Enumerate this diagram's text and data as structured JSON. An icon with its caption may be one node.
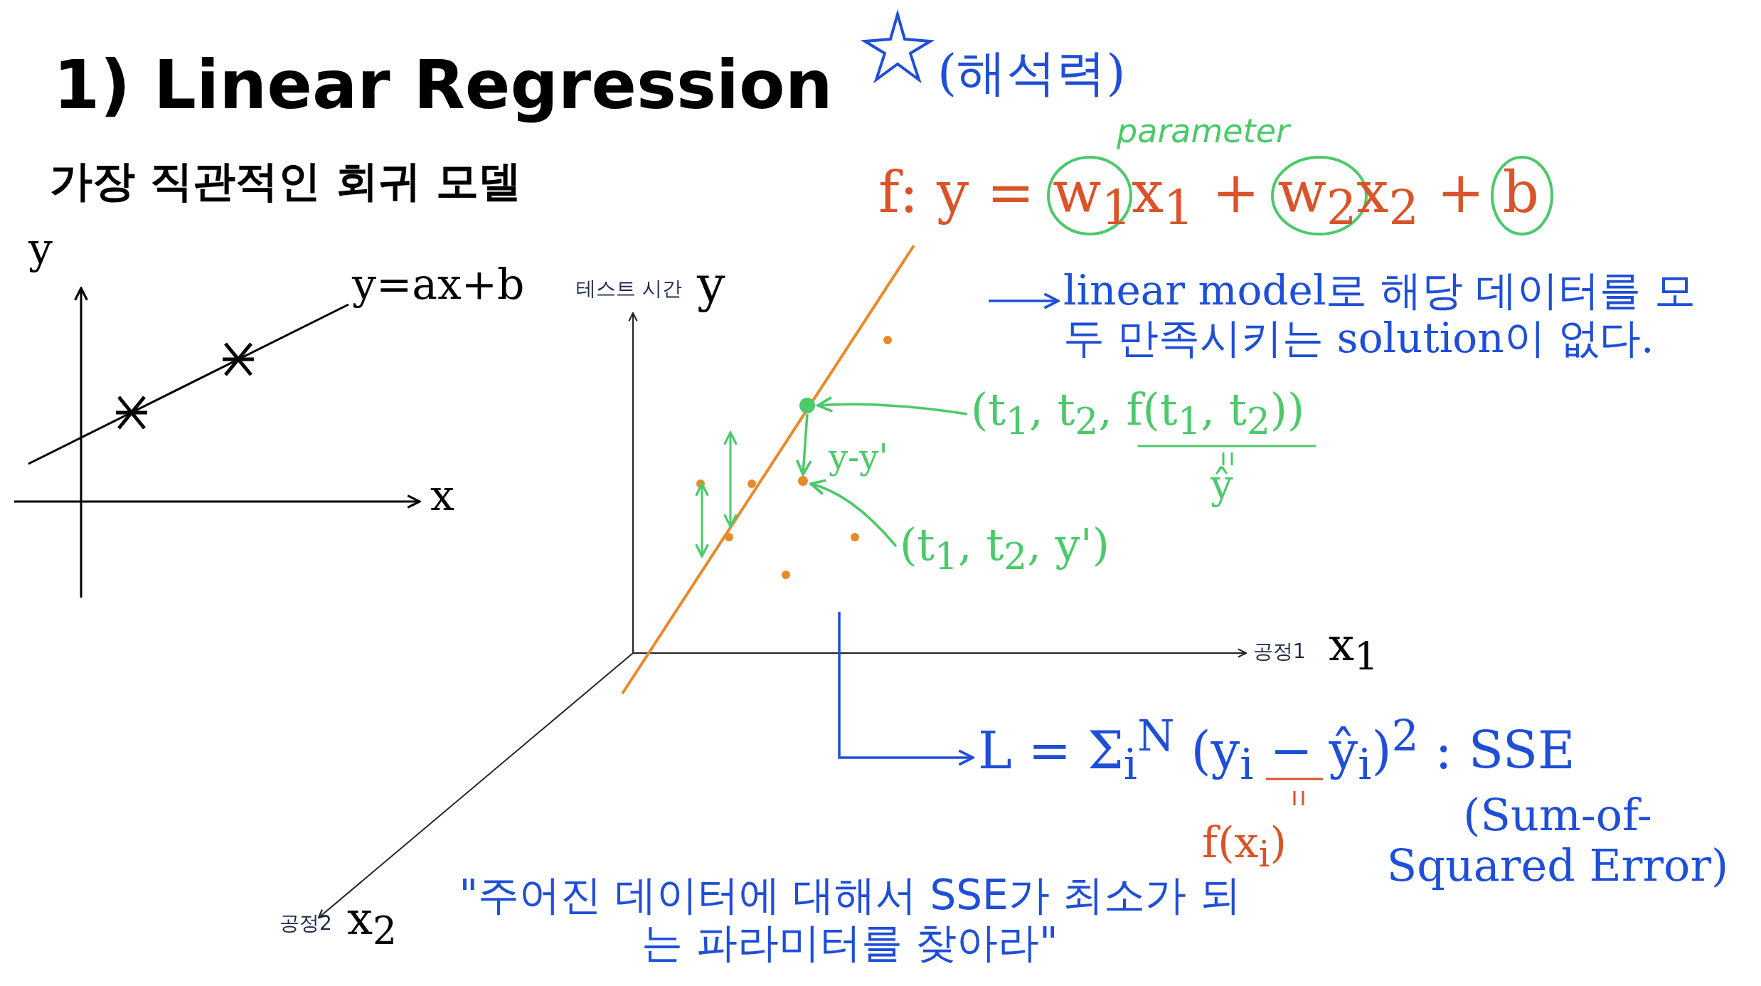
{
  "diagram": {
    "title": "1) Linear Regression",
    "nodes": [
      {
        "text": [],
        "shape": "circle"
      },
      {
        "text": [],
        "shape": "circle"
      },
      {
        "text": [
          "(t$_{1}$, t$_{2}$, f(t$_{1}$, t$_{2}$))"
        ],
        "beside": [
          "ŷ"
        ]
      },
      {
        "text": [
          "(t$_{1}$, t$_{2}$, y')"
        ]
      },
      {
        "text": [
          "linear model로 해당 데이터를 모두 만족시키는 solution이 없다."
        ]
      },
      {
        "text": [
          "L = Σ$_{i}$$^{N}$ (y$_{i}$ − ŷ$_{i}$)$^{2}$ : SSE"
        ],
        "beside": [
          "f(x$_{i}$)"
        ]
      }
    ],
    "edges": [
      {
        "from": 2,
        "to": 0,
        "arrow": "to"
      },
      {
        "from": 3,
        "to": 1,
        "arrow": "to"
      },
      {
        "from": 0,
        "to": 1,
        "arrow": "to",
        "label": "y-y'"
      },
      {
        "from": null,
        "to": 4,
        "arrow": "to",
        "color": "#1f4fd6"
      },
      {
        "from": null,
        "to": 5,
        "arrow": "to",
        "color": "#1f4fd6"
      }
    ],
    "labels": [
      "(해석력)",
      "parameter",
      "가장 직관적인 회귀 모델",
      "f: y = w$_{1}$x$_{1}$ + w$_{2}$x$_{2}$ + b",
      "y",
      "y=ax+b",
      "테스트 시간",
      "y",
      "x",
      "공정1",
      "x$_{1}$",
      "(Sum-of-Squared Error)",
      "공정2",
      "x$_{2}$",
      "\"주어진 데이터에 대해서 SSE가 최소가 되는 파라미터를 찾아라\""
    ]
  }
}
